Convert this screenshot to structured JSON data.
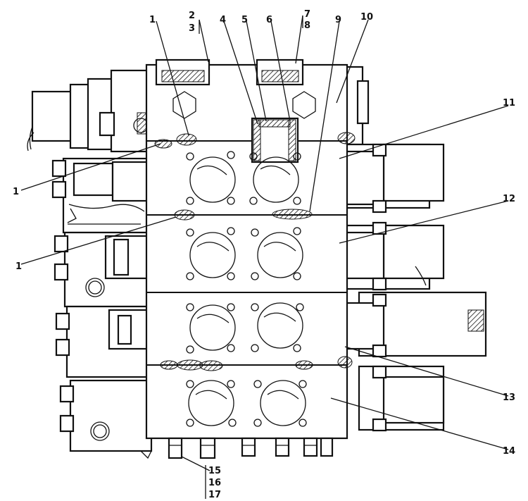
{
  "callouts": {
    "c1a": "1",
    "c2": "2",
    "c3": "3",
    "c4": "4",
    "c5": "5",
    "c6": "6",
    "c7": "7",
    "c8": "8",
    "c9": "9",
    "c10": "10",
    "c11": "11",
    "c1b": "1",
    "c12": "12",
    "c1c": "1",
    "c13": "13",
    "c14": "14",
    "c15": "15",
    "c16": "16",
    "c17": "17"
  }
}
